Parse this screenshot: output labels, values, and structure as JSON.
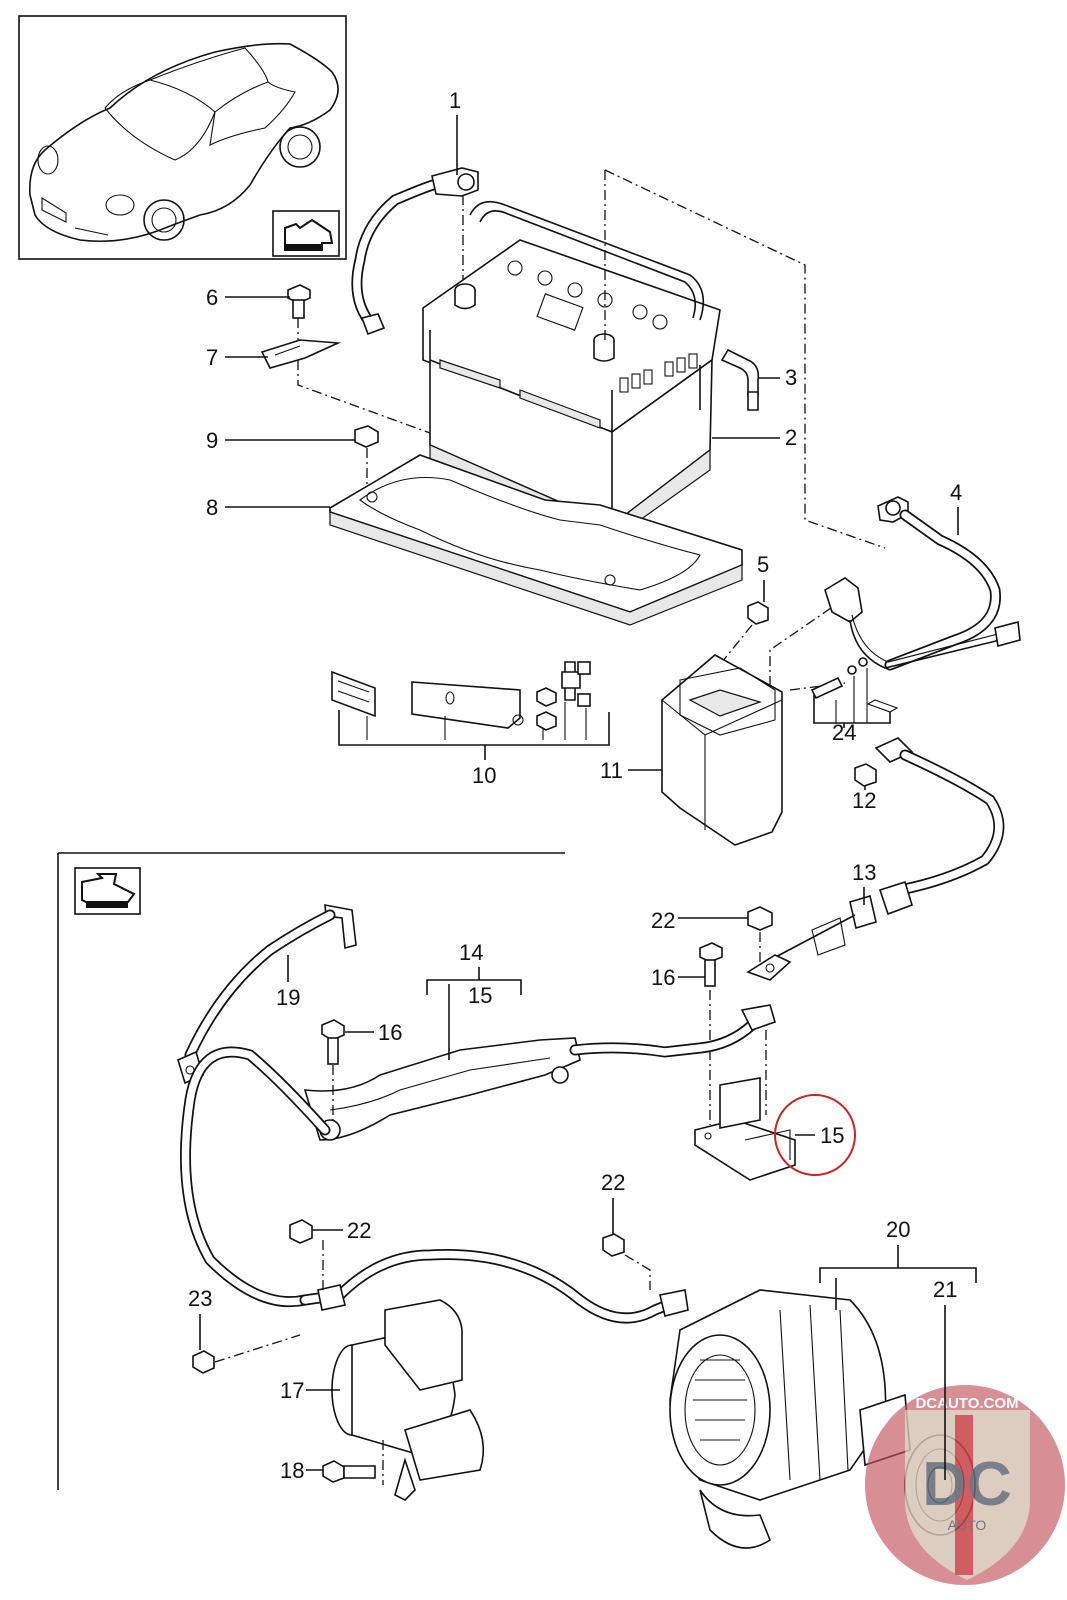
{
  "diagram": {
    "type": "exploded parts diagram",
    "subject": "Battery, battery cables, starter and alternator",
    "overview_image": "coupe car outline with direction arrow",
    "callouts": [
      {
        "id": "1",
        "part": "positive battery cable terminal"
      },
      {
        "id": "2",
        "part": "battery"
      },
      {
        "id": "3",
        "part": "vent hose elbow"
      },
      {
        "id": "4",
        "part": "battery cable with sensor"
      },
      {
        "id": "5",
        "part": "nut"
      },
      {
        "id": "6",
        "part": "bolt"
      },
      {
        "id": "7",
        "part": "battery hold-down clamp"
      },
      {
        "id": "8",
        "part": "battery tray"
      },
      {
        "id": "9",
        "part": "nut"
      },
      {
        "id": "10",
        "part": "kit (label, cover, nuts, clamp, washers)"
      },
      {
        "id": "11",
        "part": "control unit / fuse box"
      },
      {
        "id": "12",
        "part": "nut"
      },
      {
        "id": "13",
        "part": "battery cable"
      },
      {
        "id": "14",
        "part": "cable harness"
      },
      {
        "id": "15",
        "part": "bracket"
      },
      {
        "id": "16",
        "part": "bolt"
      },
      {
        "id": "17",
        "part": "starter"
      },
      {
        "id": "18",
        "part": "bolt"
      },
      {
        "id": "19",
        "part": "ground strap"
      },
      {
        "id": "20",
        "part": "alternator"
      },
      {
        "id": "21",
        "part": "pulley"
      },
      {
        "id": "22",
        "part": "nut"
      },
      {
        "id": "23",
        "part": "nut"
      },
      {
        "id": "24",
        "part": "stud kit"
      }
    ],
    "highlight": {
      "id": "15",
      "color": "#cc2222"
    },
    "watermark": {
      "text": "DCAUTO.COM",
      "logo": "DC",
      "subtext": "AUTO",
      "color": "#c0505a"
    }
  }
}
